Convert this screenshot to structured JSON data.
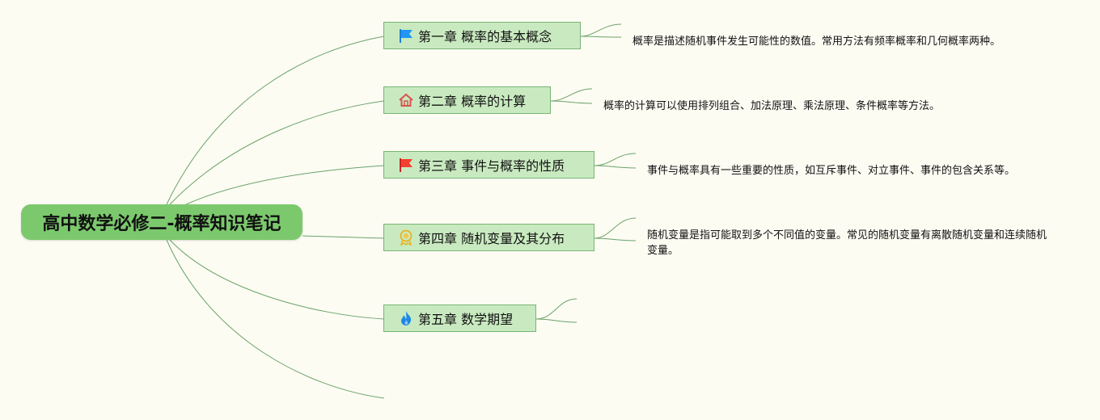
{
  "root": {
    "title": "高中数学必修二-概率知识笔记"
  },
  "chapters": [
    {
      "title": "第一章 概率的基本概念",
      "icon": "blue-flag-icon",
      "note": "概率是描述随机事件发生可能性的数值。常用方法有频率概率和几何概率两种。"
    },
    {
      "title": "第二章 概率的计算",
      "icon": "house-icon",
      "note": "概率的计算可以使用排列组合、加法原理、乘法原理、条件概率等方法。"
    },
    {
      "title": "第三章 事件与概率的性质",
      "icon": "red-flag-icon",
      "note": "事件与概率具有一些重要的性质，如互斥事件、对立事件、事件的包含关系等。"
    },
    {
      "title": "第四章 随机变量及其分布",
      "icon": "award-badge-icon",
      "note": "随机变量是指可能取到多个不同值的变量。常见的随机变量有离散随机变量和连续随机变量。"
    },
    {
      "title": "第五章 数学期望",
      "icon": "flame-icon",
      "note": ""
    }
  ],
  "colors": {
    "root": "#7cc96d",
    "topic": "#c9eac0",
    "topic_border": "#78b574",
    "line": "#6aa36a",
    "background": "#fdfcf3"
  }
}
